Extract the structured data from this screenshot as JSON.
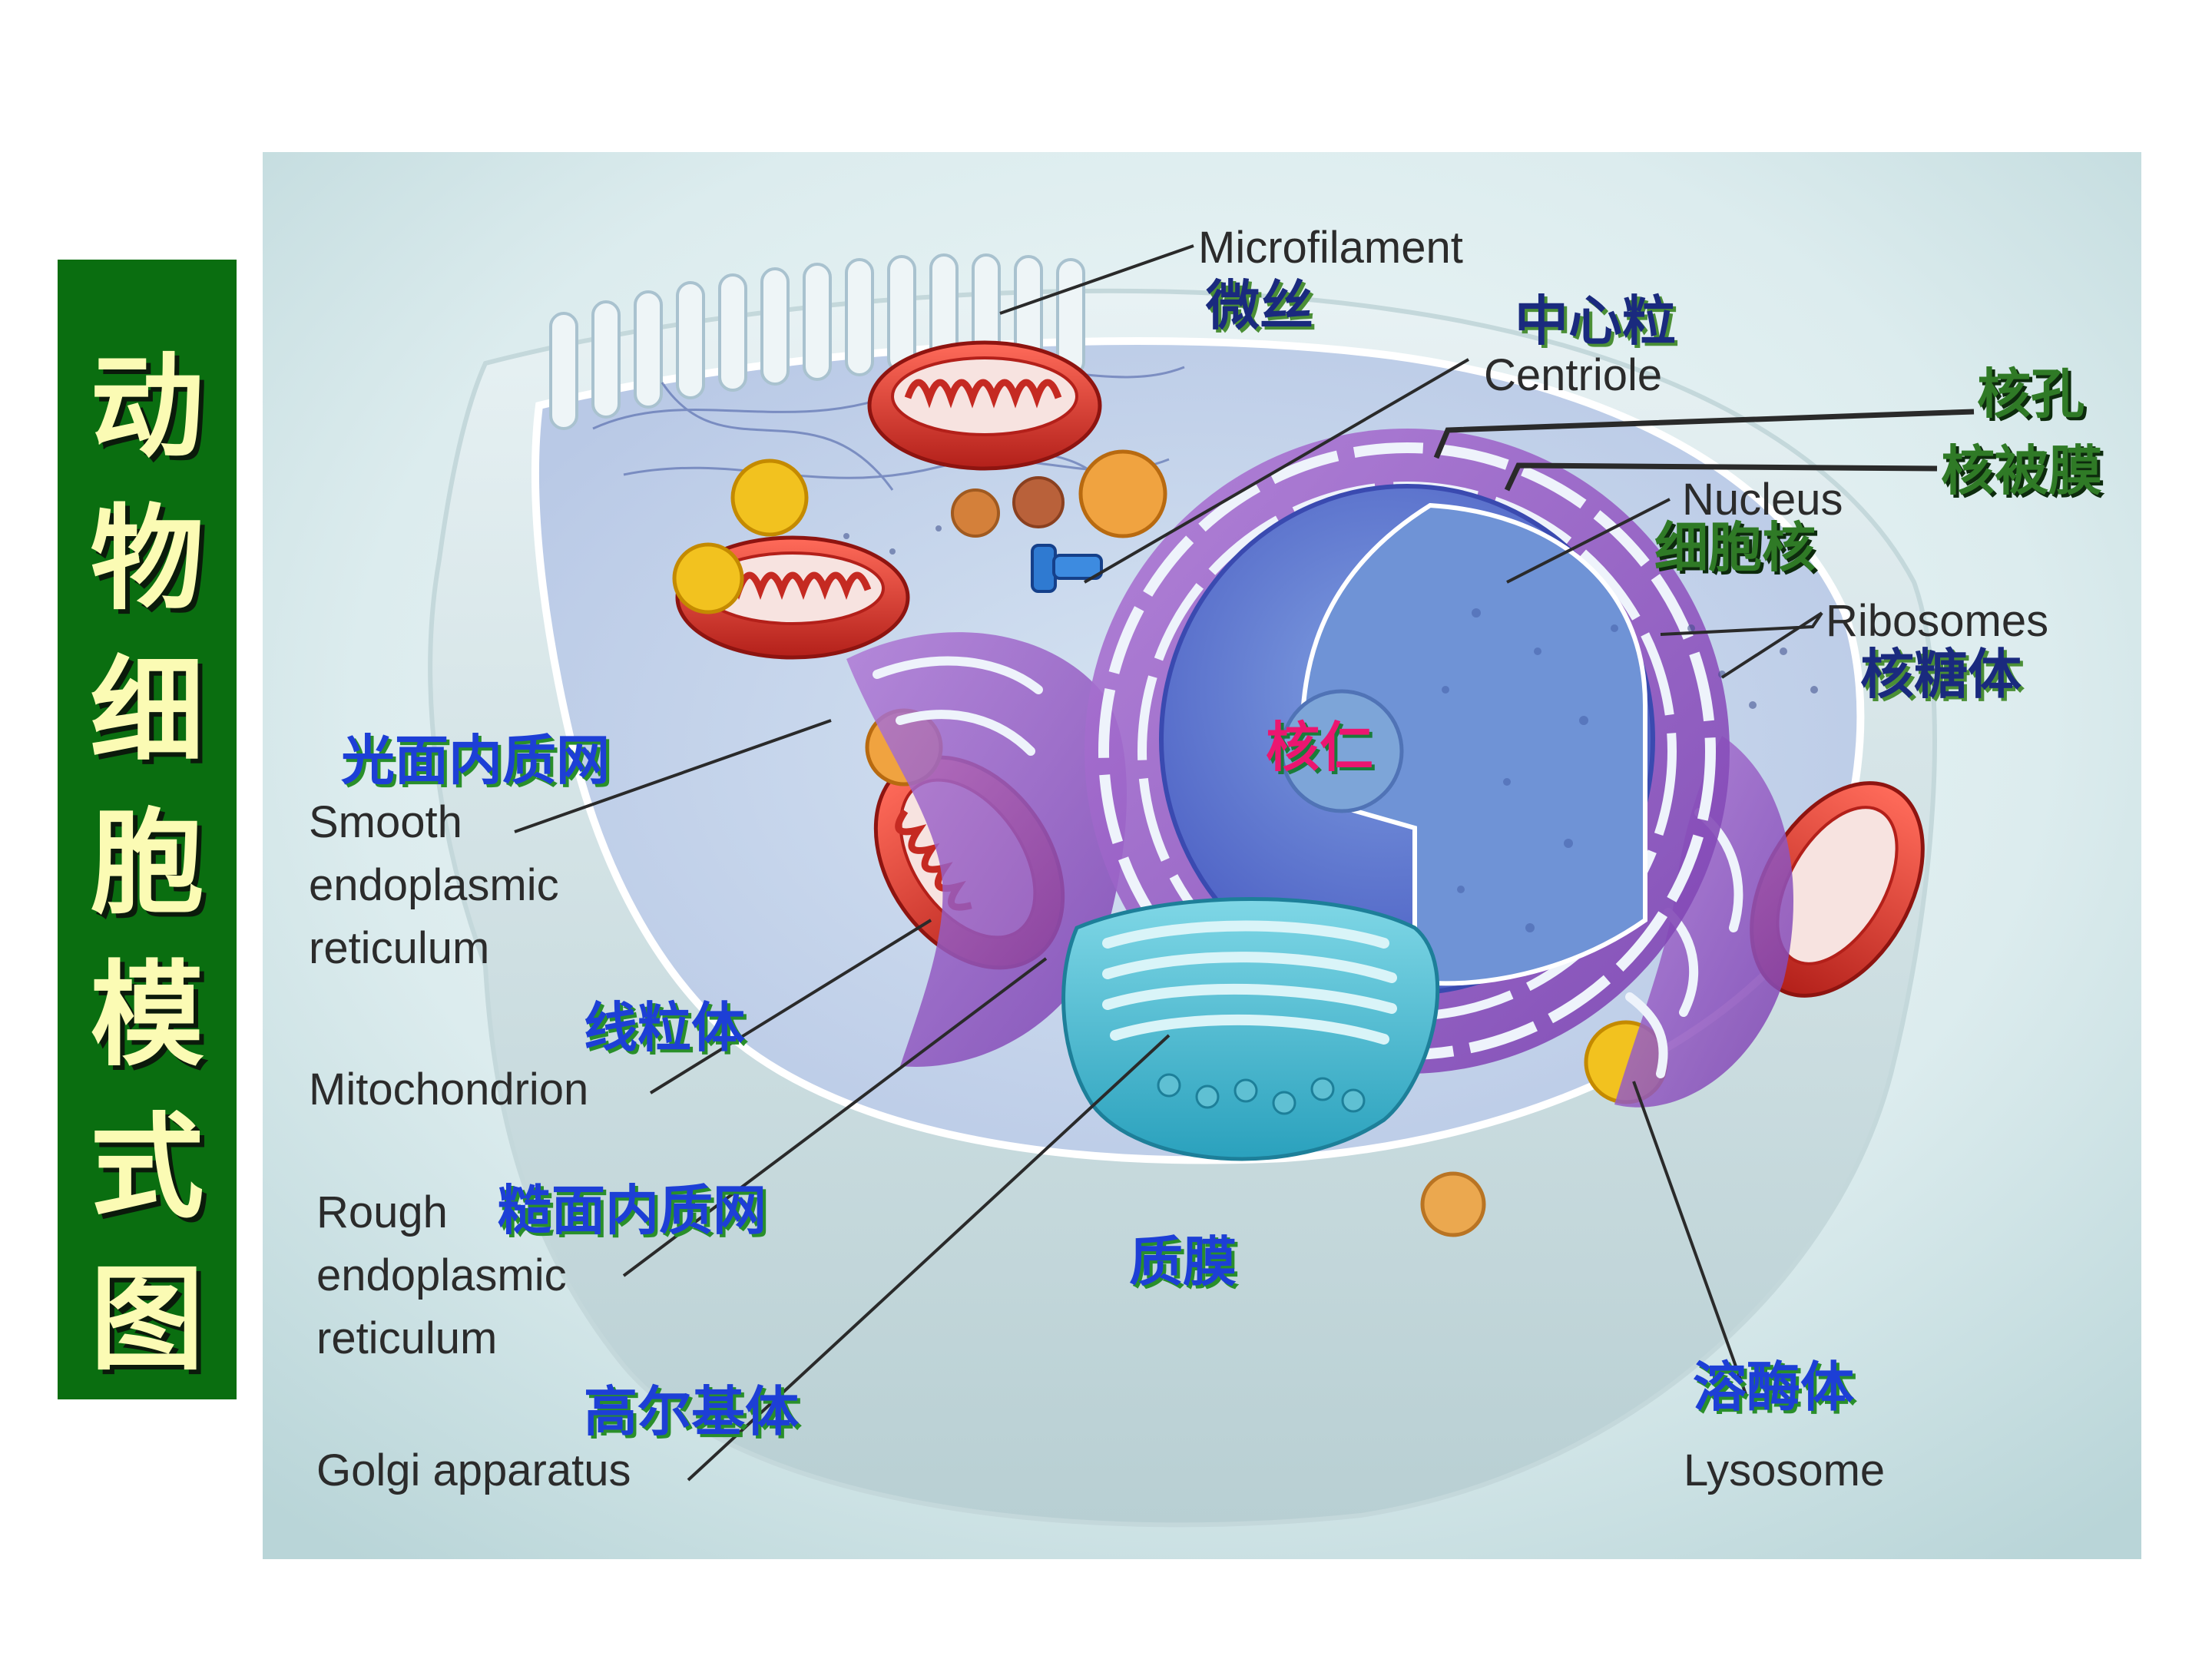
{
  "title": {
    "chars": [
      "动",
      "物",
      "细",
      "胞",
      "模",
      "式",
      "图"
    ]
  },
  "colors": {
    "title_bg": "#0a6e10",
    "title_text": "#fbfbb4",
    "label_blue": "#1d3fd6",
    "label_green": "#2f7a26",
    "label_pink": "#ec1670"
  },
  "labels": {
    "microfilament": {
      "en": "Microfilament",
      "cn": "微丝"
    },
    "centriole": {
      "en": "Centriole",
      "cn": "中心粒"
    },
    "nuclear_pore": {
      "cn": "核孔"
    },
    "nuclear_envelope": {
      "cn": "核被膜"
    },
    "nucleus": {
      "en": "Nucleus",
      "cn": "细胞核"
    },
    "ribosomes": {
      "en": "Ribosomes",
      "cn": "核糖体"
    },
    "nucleolus": {
      "cn": "核仁"
    },
    "smooth_er": {
      "en": [
        "Smooth",
        "endoplasmic",
        "reticulum"
      ],
      "cn": "光面内质网"
    },
    "mitochondrion": {
      "en": "Mitochondrion",
      "cn": "线粒体"
    },
    "rough_er": {
      "en": [
        "Rough",
        "endoplasmic",
        "reticulum"
      ],
      "cn": "糙面内质网"
    },
    "plasma_membrane": {
      "cn": "质膜"
    },
    "golgi": {
      "en": "Golgi apparatus",
      "cn": "高尔基体"
    },
    "lysosome": {
      "en": "Lysosome",
      "cn": "溶酶体"
    }
  }
}
